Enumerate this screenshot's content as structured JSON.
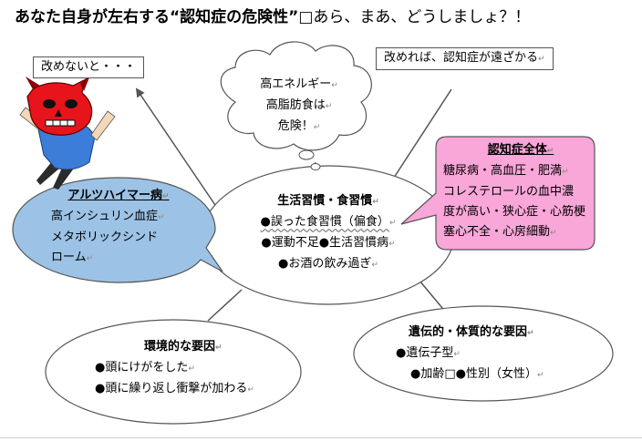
{
  "title": {
    "main": "あなた自身が左右する“認知症の危険性”",
    "box_glyph": "□",
    "rest": "あら、まあ、どうしましょ？！"
  },
  "return_mark": "↵",
  "box_left": {
    "text": "改めないと・・・"
  },
  "box_right": {
    "text": "改めれば、認知症が遠ざかる"
  },
  "cloud": {
    "lines": [
      "高エネルギー",
      "高脂肪食は",
      "危険！"
    ]
  },
  "center": {
    "heading": "生活習慣・食習慣",
    "lines": [
      "●誤った食習慣（偏食）",
      "●運動不足●生活習慣病",
      "●お酒の飲み過ぎ"
    ]
  },
  "left_bubble": {
    "heading": "アルツハイマー病",
    "lines": [
      "高インシュリン血症",
      "メタボリックシンド",
      "ローム"
    ]
  },
  "right_bubble": {
    "heading": "認知症全体",
    "lines": [
      "糖尿病・高血圧・肥満",
      "コレステロールの血中濃",
      "度が高い・狭心症・心筋梗",
      "塞心不全・心房細動"
    ]
  },
  "env_oval": {
    "heading": "環境的な要因",
    "lines": [
      "●頭にけがをした",
      "●頭に繰り返し衝撃が加わる"
    ]
  },
  "gen_oval": {
    "heading": "遺伝的・体質的な要因",
    "lines": [
      "●遺伝子型",
      "●加齢",
      "●性別（女性）"
    ]
  },
  "colors": {
    "blue_bubble": "#9cc3e6",
    "pink_bubble": "#f9a6d9",
    "devil_red": "#e8141b",
    "shirt_blue": "#3b7dd8"
  }
}
